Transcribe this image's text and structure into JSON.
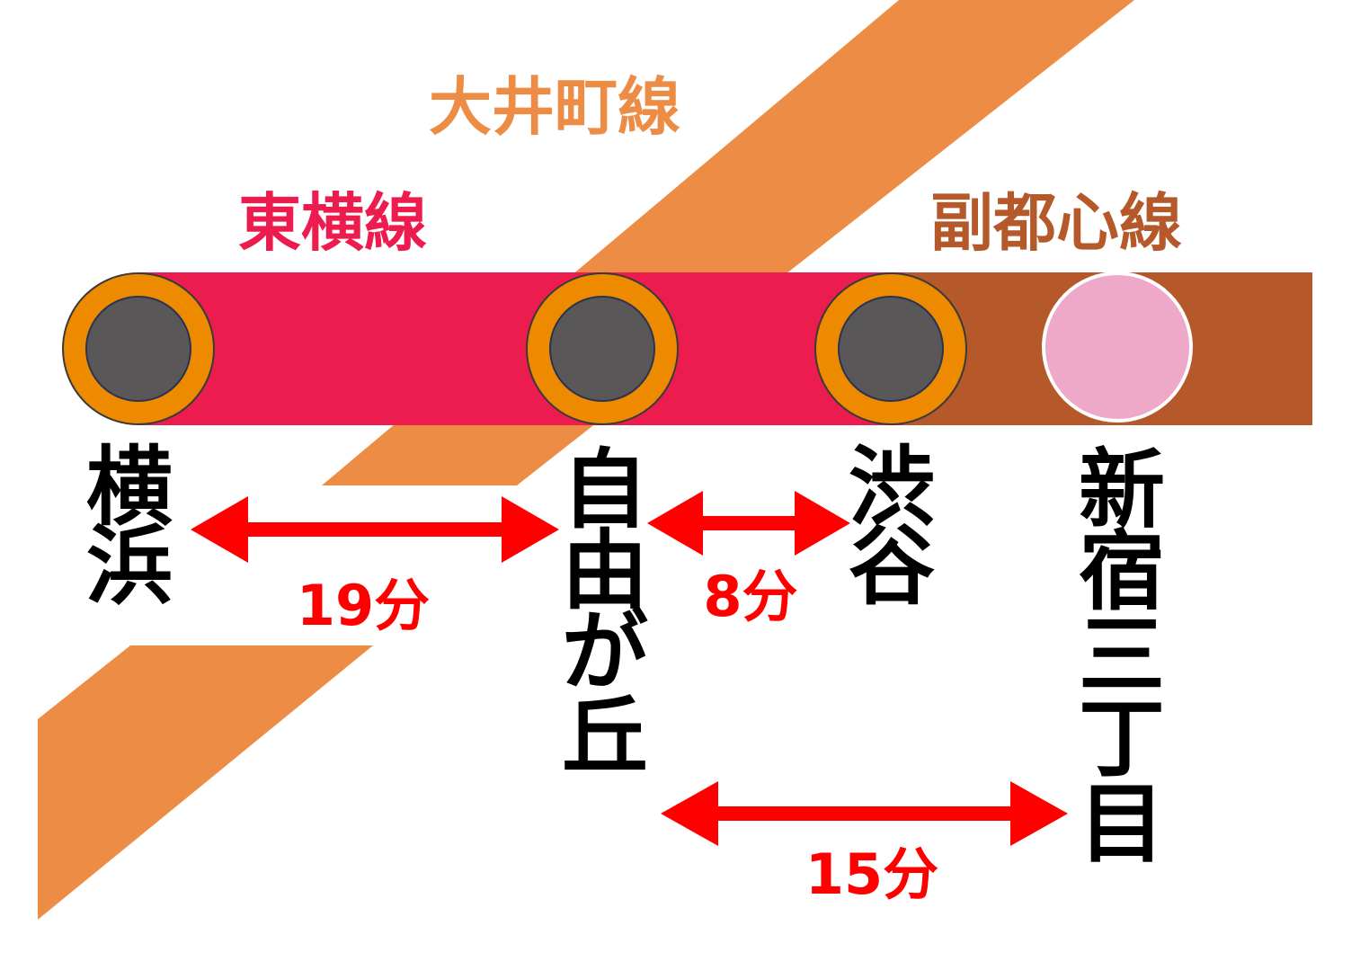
{
  "lines": {
    "oimachi": {
      "name": "大井町線",
      "color": "#ED8D45"
    },
    "toyoko": {
      "name": "東横線",
      "color": "#ED1C4E"
    },
    "fukutoshin": {
      "name": "副都心線",
      "color": "#B5582A"
    }
  },
  "stations": [
    {
      "id": "yokohama",
      "name": "横浜",
      "chars": [
        "横",
        "浜"
      ],
      "marker": "transfer"
    },
    {
      "id": "jiyugaoka",
      "name": "自由が丘",
      "chars": [
        "自",
        "由",
        "が",
        "丘"
      ],
      "marker": "transfer"
    },
    {
      "id": "shibuya",
      "name": "渋谷",
      "chars": [
        "渋",
        "谷"
      ],
      "marker": "transfer"
    },
    {
      "id": "shinjuku-sanchome",
      "name": "新宿三丁目",
      "chars": [
        "新",
        "宿",
        "三",
        "丁",
        "目"
      ],
      "marker": "plain"
    }
  ],
  "travel_times": [
    {
      "from": "横浜",
      "to": "自由が丘",
      "label": "19分"
    },
    {
      "from": "自由が丘",
      "to": "渋谷",
      "label": "8分"
    },
    {
      "from": "自由が丘",
      "to": "新宿三丁目",
      "label": "15分"
    }
  ],
  "colors": {
    "arrow": "#FF0000",
    "time_text": "#FF0000",
    "transfer_ring": "#EE8A00",
    "transfer_core": "#595757",
    "plain_station": "#EEA8C8"
  }
}
